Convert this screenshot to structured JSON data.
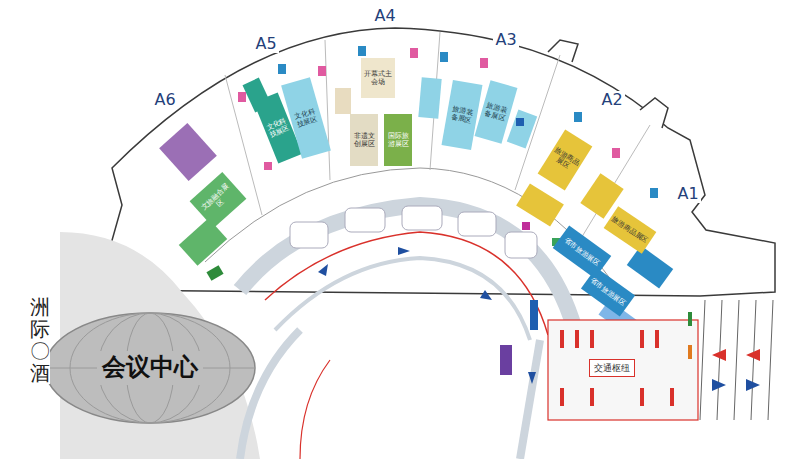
{
  "diagram": {
    "nodes": [
      {
        "text": [
          "开幕式主会场"
        ]
      },
      {
        "text": [
          "文化科技展区"
        ]
      },
      {
        "text": [
          "文化科技展区"
        ]
      },
      {
        "text": [
          "非遗文创展区"
        ]
      },
      {
        "text": [
          "国际旅游展区"
        ]
      },
      {
        "text": [
          "旅游装备展区"
        ]
      },
      {
        "text": [
          "旅游装备展区"
        ]
      },
      {
        "text": [
          "文旅融合展区"
        ]
      },
      {
        "text": [
          "旅游商品展区"
        ]
      },
      {
        "text": [
          "旅游商品展区"
        ]
      },
      {
        "text": [
          "省市旅游展区"
        ]
      },
      {
        "text": [
          "省市旅游展区"
        ]
      },
      {
        "text": [
          "交通枢纽"
        ]
      },
      {
        "text": [
          "会议中心"
        ]
      }
    ],
    "labels": [
      "A6",
      "A5",
      "A4",
      "A3",
      "A2",
      "A1",
      "洲际〇酒"
    ]
  }
}
